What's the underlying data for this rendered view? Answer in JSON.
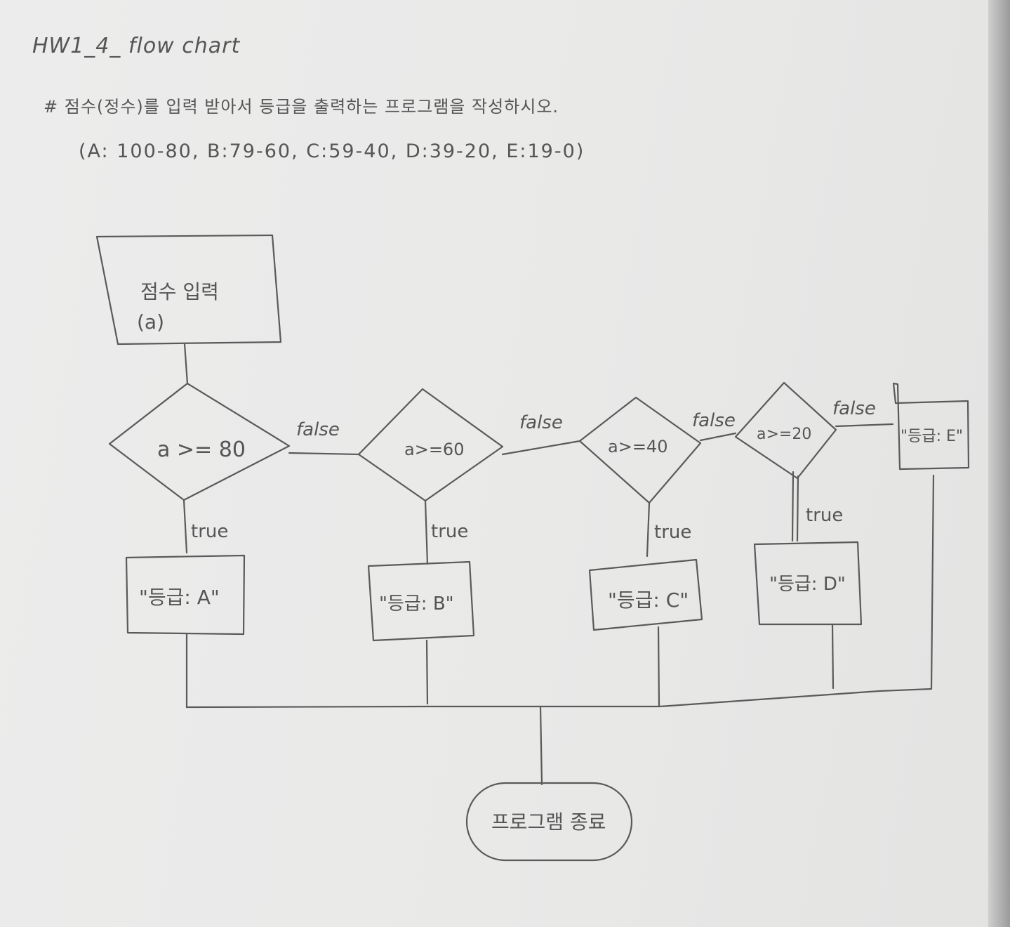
{
  "header": {
    "title": "HW1_4_ flow chart",
    "question": "# 점수(정수)를 입력 받아서 등급을 출력하는 프로그램을 작성하시오.",
    "ranges": "(A: 100-80, B:79-60, C:59-40, D:39-20, E:19-0)"
  },
  "flowchart": {
    "input_box": {
      "line1": "점수 입력",
      "line2": "(a)"
    },
    "decisions": [
      {
        "condition": "a >= 80"
      },
      {
        "condition": "a>=60"
      },
      {
        "condition": "a>=40"
      },
      {
        "condition": "a>=20"
      }
    ],
    "outputs": [
      {
        "text": "\"등급: A\""
      },
      {
        "text": "\"등급: B\""
      },
      {
        "text": "\"등급: C\""
      },
      {
        "text": "\"등급: D\""
      },
      {
        "text": "\"등급: E\""
      }
    ],
    "edge_labels": {
      "false": "false",
      "true": "true"
    },
    "terminator": {
      "text": "프로그램 종료"
    }
  },
  "colors": {
    "paper": "#e9e9e8",
    "pencil": "#555555"
  }
}
